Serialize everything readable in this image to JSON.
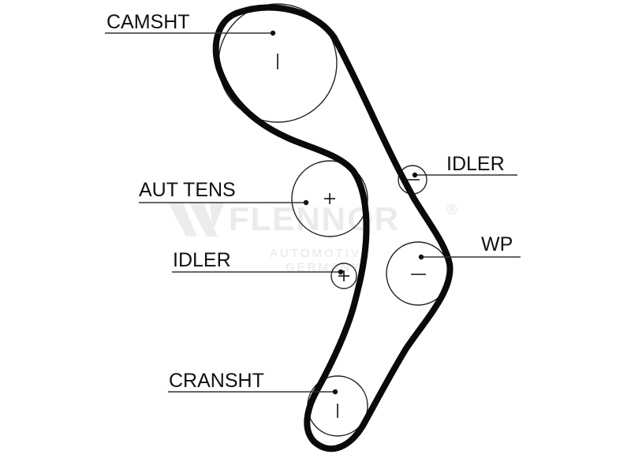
{
  "labels": {
    "camshaft": "CAMSHT",
    "auto_tensioner": "AUT TENS",
    "idler_top": "IDLER",
    "idler_bottom": "IDLER",
    "water_pump": "WP",
    "crankshaft": "CRANSHT"
  },
  "watermark": {
    "brand": "FLENNOR",
    "line1": "AUTOMOTIVE",
    "line2": "GERMANY",
    "registered": "®"
  }
}
